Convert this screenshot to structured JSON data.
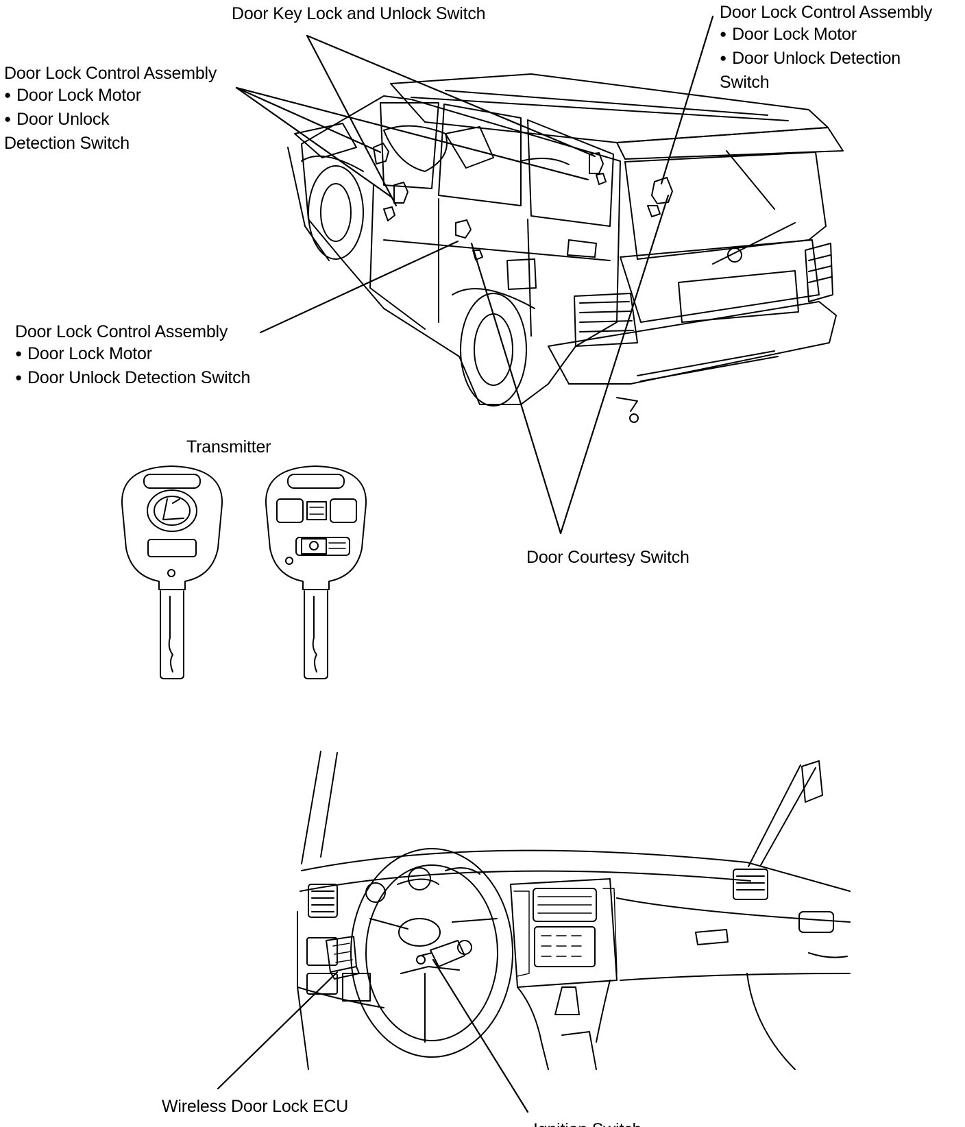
{
  "labels": {
    "door_key_switch": "Door Key Lock and Unlock Switch",
    "top_right": {
      "title": "Door Lock Control Assembly",
      "item1": "Door Lock Motor",
      "item2": "Door Unlock Detection",
      "item2b": "Switch"
    },
    "left": {
      "title": "Door Lock Control Assembly",
      "item1": "Door Lock Motor",
      "item2": "Door Unlock",
      "item2b": "Detection Switch"
    },
    "mid_left": {
      "title": "Door Lock Control Assembly",
      "item1": "Door Lock Motor",
      "item2": "Door Unlock Detection Switch"
    },
    "transmitter": "Transmitter",
    "door_courtesy": "Door Courtesy Switch",
    "wireless_ecu": "Wireless Door Lock ECU",
    "ignition": "Ignition Switch"
  },
  "colors": {
    "ink": "#000000",
    "paper": "#ffffff"
  }
}
